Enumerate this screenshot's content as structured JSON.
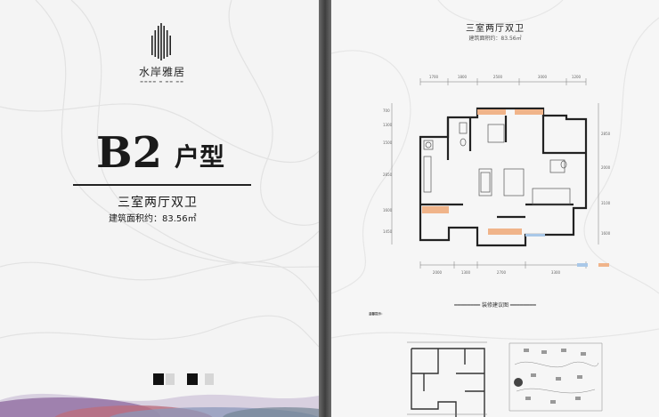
{
  "left_page": {
    "brand_name": "水岸雅居",
    "unit_code": "B2",
    "unit_label": "户型",
    "layout": "三室两厅双卫",
    "area_label": "建筑面积约：83.56㎡"
  },
  "right_page": {
    "layout": "三室两厅双卫",
    "area_label": "建筑面积约：83.56㎡",
    "top_dims": [
      "1700",
      "1800",
      "2500",
      "3000",
      "1200"
    ],
    "bottom_dims": [
      "2000",
      "1300",
      "2700",
      "3300"
    ],
    "left_dims": [
      "700",
      "1300",
      "1500",
      "2850",
      "1600",
      "1450"
    ],
    "right_dims": [
      "2850",
      "2000",
      "3100",
      "1600"
    ],
    "advice_title": "装修建议图",
    "advice_text_label": "温馨提示："
  },
  "colors": {
    "accent_orange": "#f0b48a",
    "accent_blue": "#a9c8e8",
    "ink": "#1a1a1a"
  }
}
